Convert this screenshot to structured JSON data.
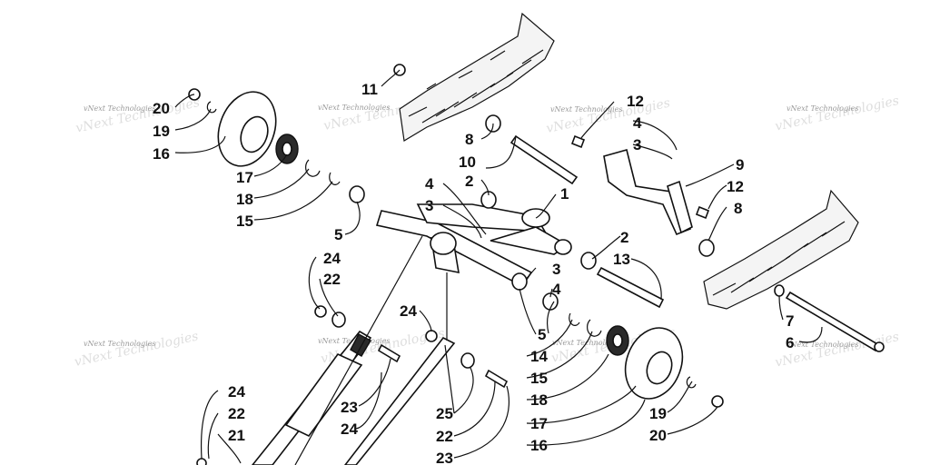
{
  "watermark": "vNext Technologies",
  "callouts": {
    "c1": "1",
    "c2a": "2",
    "c2b": "2",
    "c3a": "3",
    "c3b": "3",
    "c3c": "3",
    "c4a": "4",
    "c4b": "4",
    "c4c": "4",
    "c5a": "5",
    "c5b": "5",
    "c6": "6",
    "c7": "7",
    "c8a": "8",
    "c8b": "8",
    "c9": "9",
    "c10": "10",
    "c11": "11",
    "c12a": "12",
    "c12b": "12",
    "c13": "13",
    "c14": "14",
    "c15a": "15",
    "c15b": "15",
    "c16a": "16",
    "c16b": "16",
    "c17a": "17",
    "c17b": "17",
    "c18a": "18",
    "c18b": "18",
    "c19a": "19",
    "c19b": "19",
    "c20a": "20",
    "c20b": "20",
    "c21": "21",
    "c22a": "22",
    "c22b": "22",
    "c22c": "22",
    "c23a": "23",
    "c23b": "23",
    "c24a": "24",
    "c24b": "24",
    "c24c": "24",
    "c24d": "24",
    "c25": "25"
  }
}
